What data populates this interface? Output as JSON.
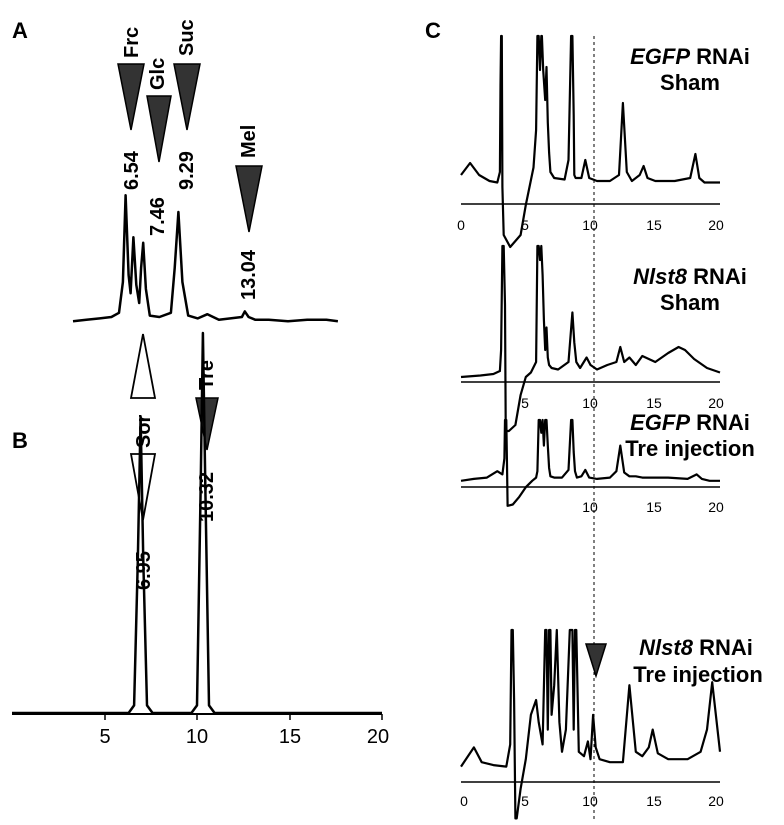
{
  "panels": {
    "A": {
      "letter": "A",
      "markers": [
        {
          "label": "Frc",
          "rt": "6.54",
          "fill": "dark"
        },
        {
          "label": "Glc",
          "rt": "7.46",
          "fill": "dark"
        },
        {
          "label": "Suc",
          "rt": "9.29",
          "fill": "dark"
        },
        {
          "label": "Mel",
          "rt": "13.04",
          "fill": "dark"
        }
      ]
    },
    "B": {
      "letter": "B",
      "markers": [
        {
          "label": "Sor",
          "rt": "6.95",
          "fill": "open"
        },
        {
          "label": "Tre",
          "rt": "10.32",
          "fill": "dark"
        }
      ],
      "x_ticks": [
        "5",
        "10",
        "15",
        "20"
      ]
    },
    "C": {
      "letter": "C",
      "x_ticks": [
        "0",
        "5",
        "10",
        "15",
        "20"
      ],
      "traces": [
        {
          "gene": "EGFP",
          "suffix": " RNAi",
          "condition": "Sham"
        },
        {
          "gene": "Nlst8",
          "suffix": " RNAi",
          "condition": "Sham"
        },
        {
          "gene": "EGFP",
          "suffix": " RNAi",
          "condition": "Tre injection"
        },
        {
          "gene": "Nlst8",
          "suffix": " RNAi",
          "condition": "Tre injection"
        }
      ]
    }
  },
  "colors": {
    "trace": "#000000",
    "marker_dark": "#333333",
    "marker_open": "#ffffff"
  },
  "chart_data": [
    {
      "type": "line",
      "title": "",
      "panel": "A",
      "xlim": [
        0,
        20
      ],
      "series": [
        {
          "x": [
            3.8,
            4.5,
            5.2,
            5.8,
            6.2,
            6.4,
            6.54,
            6.7,
            6.8,
            6.95,
            7.1,
            7.25,
            7.35,
            7.46,
            7.6,
            7.8,
            8.3,
            8.9,
            9.1,
            9.29,
            9.5,
            9.8,
            10.3,
            10.8,
            11.4,
            12.0,
            12.6,
            12.75,
            12.95,
            13.3,
            14.0,
            15.0,
            16.0,
            17.0,
            17.6
          ],
          "y": [
            0.02,
            0.03,
            0.04,
            0.05,
            0.08,
            0.3,
            0.92,
            0.35,
            0.22,
            0.62,
            0.28,
            0.15,
            0.4,
            0.58,
            0.25,
            0.06,
            0.05,
            0.08,
            0.4,
            0.8,
            0.3,
            0.06,
            0.04,
            0.07,
            0.03,
            0.04,
            0.05,
            0.09,
            0.05,
            0.03,
            0.03,
            0.02,
            0.03,
            0.03,
            0.02
          ]
        }
      ]
    },
    {
      "type": "line",
      "title": "",
      "panel": "B",
      "xlim": [
        0,
        20
      ],
      "series": [
        {
          "x": [
            0,
            6.3,
            6.6,
            6.8,
            6.95,
            7.1,
            7.3,
            7.6,
            9.7,
            10.0,
            10.2,
            10.32,
            10.45,
            10.65,
            10.95,
            20
          ],
          "y": [
            0,
            0,
            0.02,
            0.4,
            0.78,
            0.4,
            0.02,
            0,
            0,
            0.02,
            0.6,
            1.0,
            0.6,
            0.02,
            0,
            0
          ]
        }
      ]
    },
    {
      "type": "line",
      "title": "",
      "panel": "C",
      "trace": 1,
      "xlim": [
        0,
        20
      ],
      "series": [
        {
          "x": [
            0,
            0.7,
            1.4,
            2.2,
            2.8,
            3.0,
            3.05,
            3.1,
            3.15,
            3.2,
            3.3,
            3.8,
            4.6,
            5.0,
            5.6,
            5.8,
            5.9,
            6.0,
            6.1,
            6.2,
            6.25,
            6.35,
            6.5,
            6.6,
            6.7,
            6.8,
            6.9,
            7.2,
            8.0,
            8.3,
            8.5,
            8.6,
            8.7,
            8.75,
            8.85,
            9.3,
            9.6,
            9.9,
            10.5,
            11.5,
            12.2,
            12.5,
            12.8,
            13.2,
            13.8,
            14.1,
            14.4,
            15.0,
            16.5,
            17.7,
            18.1,
            18.4,
            18.8,
            19.5,
            20
          ],
          "y": [
            0.1,
            0.18,
            0.1,
            0.06,
            0.05,
            0.12,
            0.7,
            1.1,
            1.1,
            0.02,
            -0.3,
            -0.38,
            -0.3,
            -0.1,
            0.15,
            0.4,
            1.2,
            1.2,
            0.8,
            1.2,
            1.2,
            0.8,
            0.6,
            0.82,
            0.45,
            0.25,
            0.12,
            0.08,
            0.07,
            0.2,
            1.2,
            1.2,
            0.5,
            0.1,
            0.08,
            0.08,
            0.2,
            0.08,
            0.06,
            0.06,
            0.1,
            0.58,
            0.12,
            0.06,
            0.1,
            0.16,
            0.08,
            0.06,
            0.06,
            0.08,
            0.24,
            0.08,
            0.05,
            0.05,
            0.05
          ]
        }
      ]
    },
    {
      "type": "line",
      "title": "",
      "panel": "C",
      "trace": 2,
      "xlim": [
        0,
        20
      ],
      "series": [
        {
          "x": [
            0,
            1.5,
            2.5,
            3.0,
            3.1,
            3.2,
            3.3,
            3.4,
            3.45,
            3.5,
            3.7,
            4.2,
            4.6,
            5.0,
            5.4,
            5.8,
            5.9,
            6.0,
            6.1,
            6.2,
            6.3,
            6.4,
            6.5,
            6.6,
            6.7,
            6.8,
            7.0,
            7.5,
            8.3,
            8.6,
            8.75,
            8.9,
            9.2,
            9.7,
            10.0,
            10.5,
            11.3,
            12.0,
            12.3,
            12.6,
            13.0,
            13.5,
            14.0,
            15.0,
            16.0,
            16.8,
            17.3,
            18.0,
            19.0,
            20
          ],
          "y": [
            0.02,
            0.03,
            0.04,
            0.06,
            0.2,
            1.2,
            1.2,
            0.5,
            -0.3,
            -0.34,
            -0.34,
            -0.3,
            -0.1,
            0.02,
            0.05,
            0.12,
            1.2,
            1.2,
            0.8,
            1.2,
            0.7,
            0.4,
            0.2,
            0.35,
            0.15,
            0.1,
            0.08,
            0.07,
            0.12,
            0.45,
            0.25,
            0.12,
            0.08,
            0.15,
            0.1,
            0.07,
            0.1,
            0.12,
            0.22,
            0.12,
            0.15,
            0.1,
            0.16,
            0.12,
            0.18,
            0.22,
            0.2,
            0.14,
            0.08,
            0.05
          ]
        }
      ]
    },
    {
      "type": "line",
      "title": "",
      "panel": "C",
      "trace": 3,
      "xlim": [
        0,
        20
      ],
      "series": [
        {
          "x": [
            0,
            1.0,
            2.0,
            2.8,
            3.2,
            3.35,
            3.4,
            3.5,
            3.55,
            3.6,
            4.0,
            4.5,
            5.0,
            5.5,
            5.8,
            5.9,
            6.0,
            6.1,
            6.2,
            6.3,
            6.4,
            6.5,
            6.6,
            6.7,
            6.8,
            6.9,
            7.2,
            7.8,
            8.3,
            8.5,
            8.6,
            8.7,
            8.8,
            8.95,
            9.3,
            9.6,
            9.9,
            10.5,
            11.5,
            12.0,
            12.3,
            12.6,
            13.0,
            13.5,
            14.0,
            15.0,
            16.0,
            17.5,
            18.2,
            18.6,
            19.2,
            20
          ],
          "y": [
            0.05,
            0.08,
            0.1,
            0.2,
            0.15,
            0.4,
            1.2,
            1.2,
            0.3,
            -0.34,
            -0.32,
            -0.2,
            -0.05,
            0.05,
            0.1,
            0.2,
            1.2,
            1.2,
            0.8,
            1.2,
            0.6,
            1.2,
            1.2,
            0.6,
            0.25,
            0.12,
            0.1,
            0.1,
            0.22,
            1.2,
            1.2,
            0.5,
            0.2,
            0.1,
            0.12,
            0.22,
            0.1,
            0.08,
            0.1,
            0.2,
            0.6,
            0.18,
            0.12,
            0.12,
            0.1,
            0.1,
            0.1,
            0.08,
            0.15,
            0.08,
            0.05,
            0.05
          ]
        }
      ]
    },
    {
      "type": "line",
      "title": "",
      "panel": "C",
      "trace": 4,
      "xlim": [
        0,
        20
      ],
      "series": [
        {
          "x": [
            0,
            1.0,
            1.6,
            2.5,
            3.5,
            3.8,
            3.9,
            4.0,
            4.1,
            4.2,
            4.3,
            4.6,
            5.0,
            5.4,
            5.8,
            6.0,
            6.3,
            6.5,
            6.6,
            6.7,
            6.8,
            6.9,
            7.0,
            7.2,
            7.4,
            7.6,
            7.8,
            8.1,
            8.4,
            8.6,
            8.7,
            8.8,
            8.9,
            9.1,
            9.5,
            9.8,
            10.0,
            10.2,
            10.4,
            10.7,
            11.5,
            12.5,
            13.0,
            13.5,
            14.0,
            14.5,
            14.8,
            15.2,
            16.0,
            17.5,
            18.5,
            19.0,
            19.4,
            20
          ],
          "y": [
            0.05,
            0.18,
            0.08,
            0.06,
            0.05,
            0.2,
            1.2,
            1.2,
            0.5,
            -0.3,
            -0.3,
            -0.1,
            0.1,
            0.4,
            0.5,
            0.35,
            0.2,
            1.2,
            1.2,
            0.3,
            1.2,
            1.2,
            0.4,
            0.6,
            1.0,
            0.35,
            0.15,
            0.3,
            1.2,
            1.2,
            0.3,
            1.2,
            1.2,
            0.15,
            0.12,
            0.22,
            0.1,
            0.4,
            0.18,
            0.1,
            0.08,
            0.08,
            0.6,
            0.15,
            0.12,
            0.18,
            0.3,
            0.14,
            0.1,
            0.1,
            0.15,
            0.3,
            0.62,
            0.15
          ]
        }
      ]
    }
  ]
}
